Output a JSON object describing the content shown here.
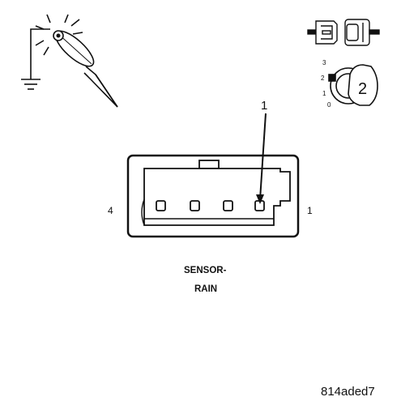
{
  "pins": {
    "left": "4",
    "right": "1"
  },
  "callout": "1",
  "component": {
    "line1": "SENSOR-",
    "line2": "RAIN"
  },
  "key_position": {
    "selected": "2",
    "positions": [
      "3",
      "2",
      "1",
      "0"
    ]
  },
  "figure_id": "814aded7",
  "icons": [
    "test-light-icon",
    "ground-icon",
    "connector-disconnected-icon",
    "ignition-key-icon"
  ],
  "colors": {
    "ink": "#111111",
    "background": "#ffffff"
  }
}
